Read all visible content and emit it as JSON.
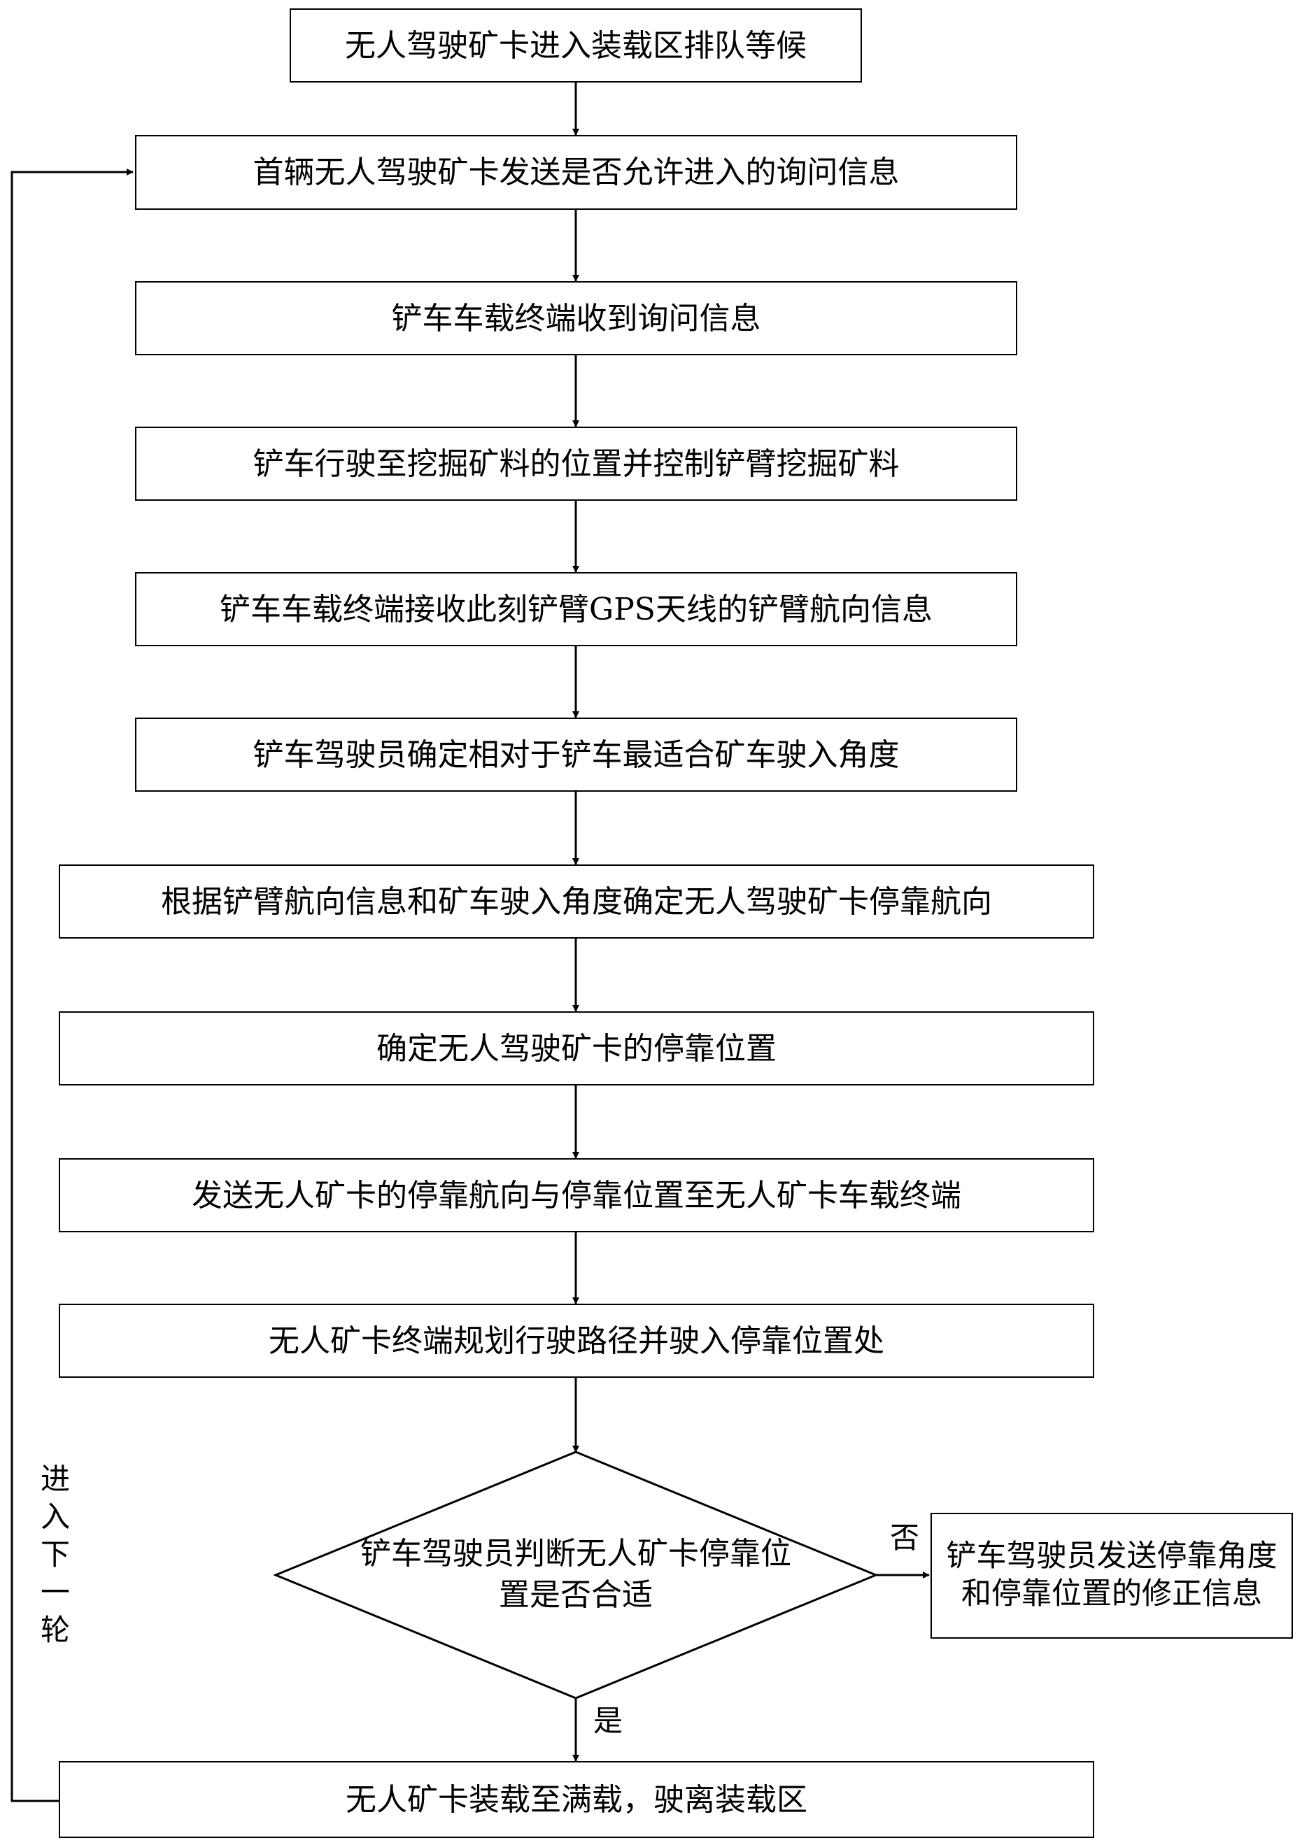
{
  "steps": [
    "无人驾驶矿卡进入装载区排队等候",
    "首辆无人驾驶矿卡发送是否允许进入的询问信息",
    "铲车车载终端收到询问信息",
    "铲车行驶至挖掘矿料的位置并控制铲臂挖掘矿料",
    "铲车车载终端接收此刻铲臂GPS天线的铲臂航向信息",
    "铲车驾驶员确定相对于铲车最适合矿车驶入角度",
    "根据铲臂航向信息和矿车驶入角度确定无人驾驶矿卡停靠航向",
    "确定无人驾驶矿卡的停靠位置",
    "发送无人矿卡的停靠航向与停靠位置至无人矿卡车载终端",
    "无人矿卡终端规划行驶路径并驶入停靠位置处"
  ],
  "decision": {
    "line1": "铲车驾驶员判断无人矿卡停靠位",
    "line2": "置是否合适"
  },
  "no_label": "否",
  "yes_label": "是",
  "correction_box": "铲车驾驶员发送停靠角度和停靠位置的修正信息",
  "final_step": "无人矿卡装载至满载，驶离装载区",
  "loop_label": [
    "进",
    "入",
    "下",
    "一",
    "轮"
  ]
}
